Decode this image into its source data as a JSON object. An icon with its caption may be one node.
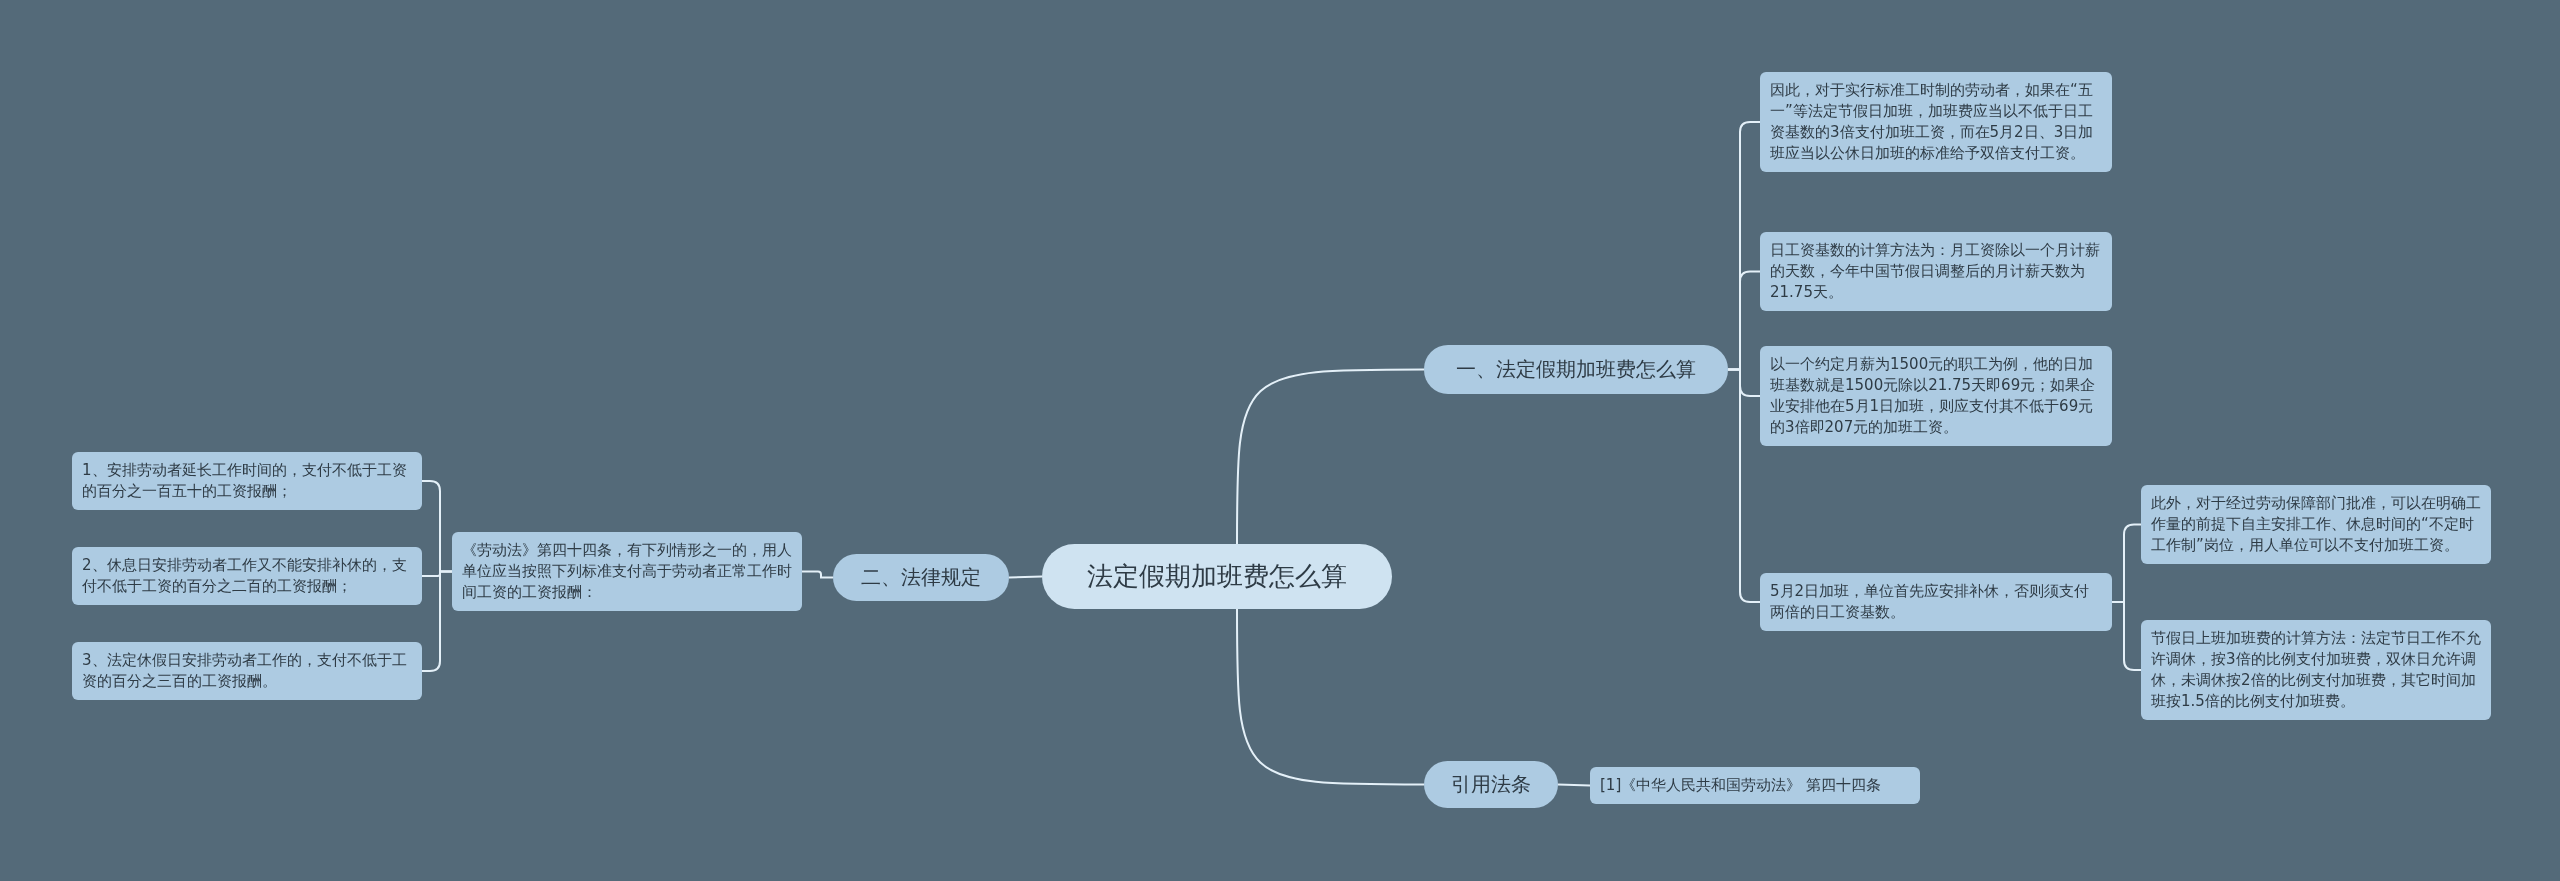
{
  "diagram": {
    "nodes": [
      {
        "text": [
          "法定假期加班费怎么算"
        ]
      },
      {
        "text": [
          "一、法定假期加班费怎么算"
        ]
      },
      {
        "text": [
          "因此，对于实行标准工时制的劳动者，如果在“五一”等法定节假日加班，加班费应当以不低于日工资基数的3倍支付加班工资，而在5月2日、3日加班应当以公休日加班的标准给予双倍支付工资。"
        ]
      },
      {
        "text": [
          "日工资基数的计算方法为：月工资除以一个月计薪的天数，今年中国节假日调整后的月计薪天数为21.75天。"
        ]
      },
      {
        "text": [
          "以一个约定月薪为1500元的职工为例，他的日加班基数就是1500元除以21.75天即69元；如果企业安排他在5月1日加班，则应支付其不低于69元的3倍即207元的加班工资。"
        ]
      },
      {
        "text": [
          "5月2日加班，单位首先应安排补休，否则须支付两倍的日工资基数。"
        ]
      },
      {
        "text": [
          "此外，对于经过劳动保障部门批准，可以在明确工作量的前提下自主安排工作、休息时间的“不定时工作制”岗位，用人单位可以不支付加班工资。"
        ]
      },
      {
        "text": [
          "节假日上班加班费的计算方法：法定节日工作不允许调休，按3倍的比例支付加班费，双休日允许调休，未调休按2倍的比例支付加班费，其它时间加班按1.5倍的比例支付加班费。"
        ]
      },
      {
        "text": [
          "二、法律规定"
        ]
      },
      {
        "text": [
          "《劳动法》第四十四条，有下列情形之一的，用人单位应当按照下列标准支付高于劳动者正常工作时间工资的工资报酬："
        ]
      },
      {
        "text": [
          "1、安排劳动者延长工作时间的，支付不低于工资的百分之一百五十的工资报酬；"
        ]
      },
      {
        "text": [
          "2、休息日安排劳动者工作又不能安排补休的，支付不低于工资的百分之二百的工资报酬；"
        ]
      },
      {
        "text": [
          "3、法定休假日安排劳动者工作的，支付不低于工资的百分之三百的工资报酬。"
        ]
      },
      {
        "text": [
          "引用法条"
        ]
      },
      {
        "text": [
          "[1]《中华人民共和国劳动法》 第四十四条"
        ]
      }
    ],
    "edges": [
      {
        "from": 0,
        "to": 1,
        "arrow": "none"
      },
      {
        "from": 0,
        "to": 8,
        "arrow": "none"
      },
      {
        "from": 0,
        "to": 13,
        "arrow": "none"
      },
      {
        "from": 1,
        "to": 2,
        "arrow": "none"
      },
      {
        "from": 1,
        "to": 3,
        "arrow": "none"
      },
      {
        "from": 1,
        "to": 4,
        "arrow": "none"
      },
      {
        "from": 1,
        "to": 5,
        "arrow": "none"
      },
      {
        "from": 5,
        "to": 6,
        "arrow": "none"
      },
      {
        "from": 5,
        "to": 7,
        "arrow": "none"
      },
      {
        "from": 8,
        "to": 9,
        "arrow": "none"
      },
      {
        "from": 9,
        "to": 10,
        "arrow": "none"
      },
      {
        "from": 9,
        "to": 11,
        "arrow": "none"
      },
      {
        "from": 9,
        "to": 12,
        "arrow": "none"
      },
      {
        "from": 13,
        "to": 14,
        "arrow": "none"
      }
    ]
  }
}
